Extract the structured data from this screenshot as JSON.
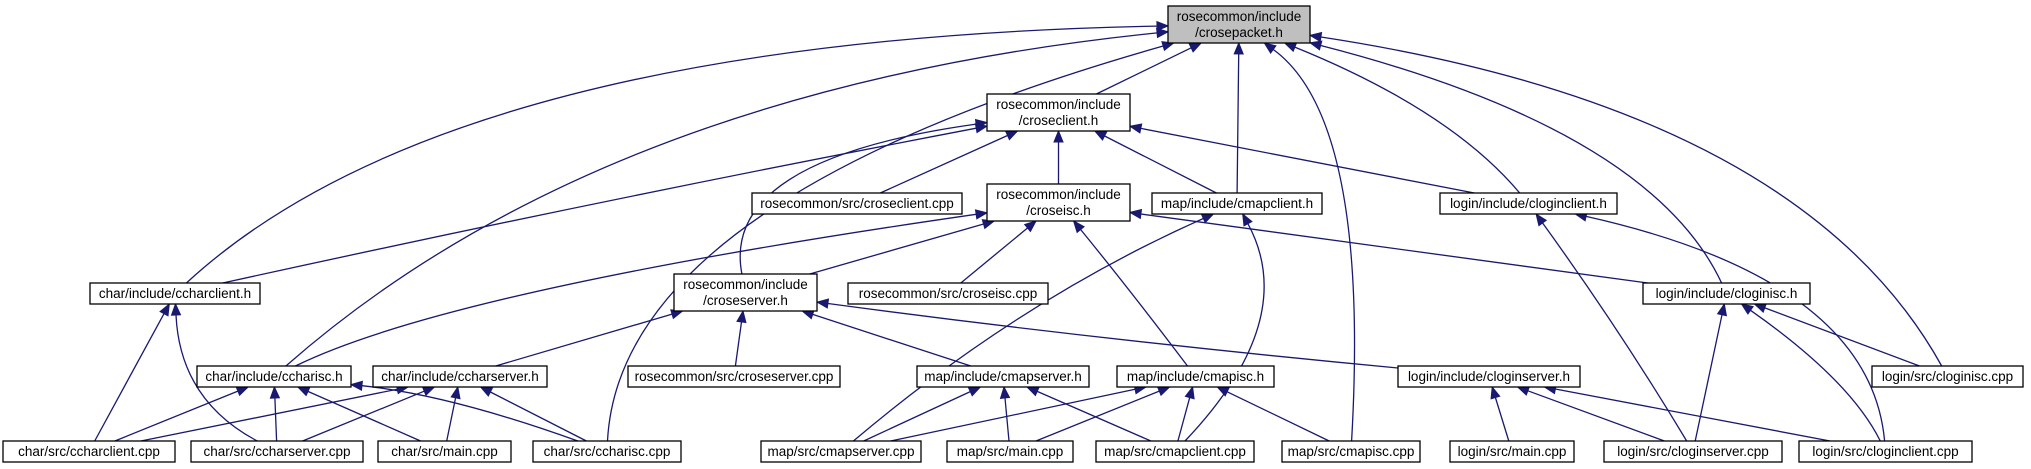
{
  "graph": {
    "colors": {
      "edge": "#191970",
      "node_fill": "#ffffff",
      "root_fill": "#bfbfbf",
      "node_border": "#000000"
    },
    "nodes": [
      {
        "id": "crosepacket",
        "lines": [
          "rosecommon/include",
          "/crosepacket.h"
        ],
        "root": true
      },
      {
        "id": "croseclient_h",
        "lines": [
          "rosecommon/include",
          "/croseclient.h"
        ]
      },
      {
        "id": "croseisc_h",
        "lines": [
          "rosecommon/include",
          "/croseisc.h"
        ]
      },
      {
        "id": "croseserver_h",
        "lines": [
          "rosecommon/include",
          "/croseserver.h"
        ]
      },
      {
        "id": "croseclient_cpp",
        "lines": [
          "rosecommon/src/croseclient.cpp"
        ]
      },
      {
        "id": "croseisc_cpp",
        "lines": [
          "rosecommon/src/croseisc.cpp"
        ]
      },
      {
        "id": "croseserver_cpp",
        "lines": [
          "rosecommon/src/croseserver.cpp"
        ]
      },
      {
        "id": "ccharclient_h",
        "lines": [
          "char/include/ccharclient.h"
        ]
      },
      {
        "id": "ccharisc_h",
        "lines": [
          "char/include/ccharisc.h"
        ]
      },
      {
        "id": "ccharserver_h",
        "lines": [
          "char/include/ccharserver.h"
        ]
      },
      {
        "id": "ccharclient_cpp",
        "lines": [
          "char/src/ccharclient.cpp"
        ]
      },
      {
        "id": "ccharserver_cpp",
        "lines": [
          "char/src/ccharserver.cpp"
        ]
      },
      {
        "id": "char_main",
        "lines": [
          "char/src/main.cpp"
        ]
      },
      {
        "id": "ccharisc_cpp",
        "lines": [
          "char/src/ccharisc.cpp"
        ]
      },
      {
        "id": "cmapclient_h",
        "lines": [
          "map/include/cmapclient.h"
        ]
      },
      {
        "id": "cmapserver_h",
        "lines": [
          "map/include/cmapserver.h"
        ]
      },
      {
        "id": "cmapisc_h",
        "lines": [
          "map/include/cmapisc.h"
        ]
      },
      {
        "id": "cmapserver_cpp",
        "lines": [
          "map/src/cmapserver.cpp"
        ]
      },
      {
        "id": "map_main",
        "lines": [
          "map/src/main.cpp"
        ]
      },
      {
        "id": "cmapclient_cpp",
        "lines": [
          "map/src/cmapclient.cpp"
        ]
      },
      {
        "id": "cmapisc_cpp",
        "lines": [
          "map/src/cmapisc.cpp"
        ]
      },
      {
        "id": "cloginclient_h",
        "lines": [
          "login/include/cloginclient.h"
        ]
      },
      {
        "id": "cloginisc_h",
        "lines": [
          "login/include/cloginisc.h"
        ]
      },
      {
        "id": "cloginserver_h",
        "lines": [
          "login/include/cloginserver.h"
        ]
      },
      {
        "id": "login_main",
        "lines": [
          "login/src/main.cpp"
        ]
      },
      {
        "id": "cloginserver_cpp",
        "lines": [
          "login/src/cloginserver.cpp"
        ]
      },
      {
        "id": "cloginclient_cpp",
        "lines": [
          "login/src/cloginclient.cpp"
        ]
      },
      {
        "id": "cloginisc_cpp",
        "lines": [
          "login/src/cloginisc.cpp"
        ]
      }
    ],
    "edges": [
      [
        "croseclient_h",
        "crosepacket"
      ],
      [
        "ccharclient_h",
        "crosepacket"
      ],
      [
        "ccharisc_h",
        "crosepacket"
      ],
      [
        "ccharisc_cpp",
        "crosepacket"
      ],
      [
        "cmapclient_h",
        "crosepacket"
      ],
      [
        "cmapisc_cpp",
        "crosepacket"
      ],
      [
        "cloginclient_h",
        "crosepacket"
      ],
      [
        "cloginisc_h",
        "crosepacket"
      ],
      [
        "cloginisc_cpp",
        "crosepacket"
      ],
      [
        "croseisc_h",
        "croseclient_h"
      ],
      [
        "croseclient_cpp",
        "croseclient_h"
      ],
      [
        "croseserver_h",
        "croseclient_h"
      ],
      [
        "ccharclient_h",
        "croseclient_h"
      ],
      [
        "cmapclient_h",
        "croseclient_h"
      ],
      [
        "cloginclient_h",
        "croseclient_h"
      ],
      [
        "croseserver_h",
        "croseisc_h"
      ],
      [
        "croseisc_cpp",
        "croseisc_h"
      ],
      [
        "ccharisc_h",
        "croseisc_h"
      ],
      [
        "cmapisc_h",
        "croseisc_h"
      ],
      [
        "cloginisc_h",
        "croseisc_h"
      ],
      [
        "croseserver_cpp",
        "croseserver_h"
      ],
      [
        "ccharserver_h",
        "croseserver_h"
      ],
      [
        "cmapserver_h",
        "croseserver_h"
      ],
      [
        "cloginserver_h",
        "croseserver_h"
      ],
      [
        "ccharclient_cpp",
        "ccharclient_h"
      ],
      [
        "ccharserver_cpp",
        "ccharclient_h"
      ],
      [
        "ccharclient_cpp",
        "ccharisc_h"
      ],
      [
        "ccharserver_cpp",
        "ccharisc_h"
      ],
      [
        "char_main",
        "ccharisc_h"
      ],
      [
        "ccharisc_cpp",
        "ccharisc_h"
      ],
      [
        "ccharclient_cpp",
        "ccharserver_h"
      ],
      [
        "ccharserver_cpp",
        "ccharserver_h"
      ],
      [
        "char_main",
        "ccharserver_h"
      ],
      [
        "ccharisc_cpp",
        "ccharserver_h"
      ],
      [
        "cmapserver_cpp",
        "cmapclient_h"
      ],
      [
        "cmapclient_cpp",
        "cmapclient_h"
      ],
      [
        "cmapserver_cpp",
        "cmapserver_h"
      ],
      [
        "map_main",
        "cmapserver_h"
      ],
      [
        "cmapclient_cpp",
        "cmapserver_h"
      ],
      [
        "cmapserver_cpp",
        "cmapisc_h"
      ],
      [
        "map_main",
        "cmapisc_h"
      ],
      [
        "cmapclient_cpp",
        "cmapisc_h"
      ],
      [
        "cmapisc_cpp",
        "cmapisc_h"
      ],
      [
        "cloginserver_cpp",
        "cloginclient_h"
      ],
      [
        "cloginclient_cpp",
        "cloginclient_h"
      ],
      [
        "cloginserver_cpp",
        "cloginisc_h"
      ],
      [
        "cloginclient_cpp",
        "cloginisc_h"
      ],
      [
        "cloginisc_cpp",
        "cloginisc_h"
      ],
      [
        "login_main",
        "cloginserver_h"
      ],
      [
        "cloginserver_cpp",
        "cloginserver_h"
      ],
      [
        "cloginclient_cpp",
        "cloginserver_h"
      ]
    ]
  }
}
